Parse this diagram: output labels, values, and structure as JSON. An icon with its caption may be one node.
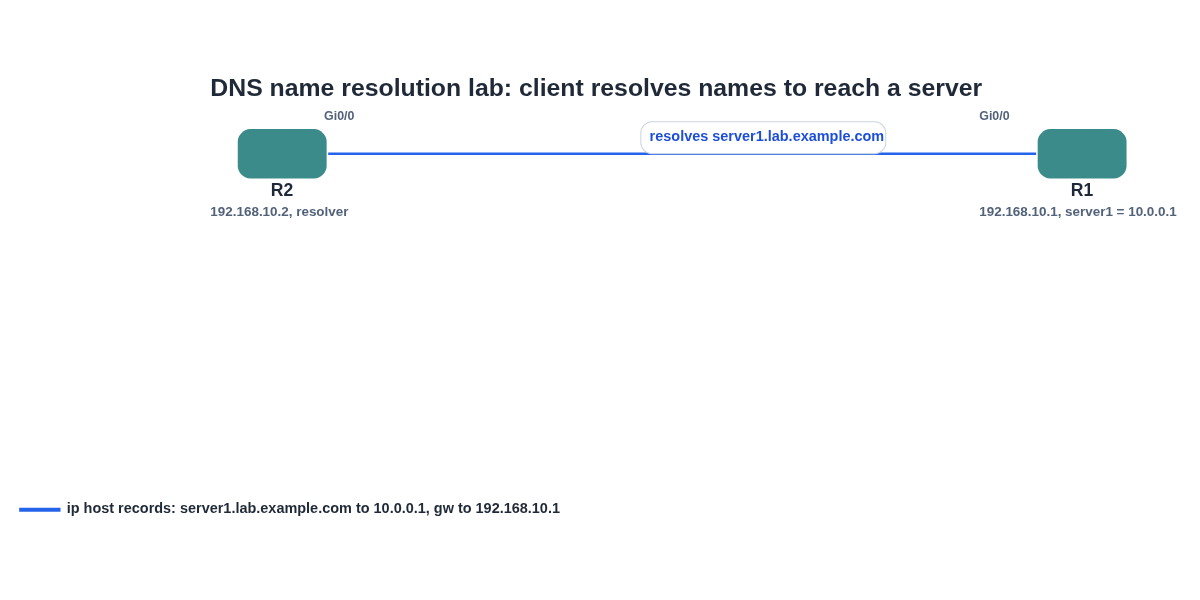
{
  "diagram": {
    "title": "DNS name resolution lab: client resolves names to reach a server",
    "nodes": [
      {
        "text": [
          "R2"
        ],
        "beside": [
          "Gi0/0",
          "192.168.10.2, resolver"
        ]
      },
      {
        "text": [
          "R1"
        ],
        "beside": [
          "Gi0/0",
          "192.168.10.1, server1 = 10.0.0.1"
        ]
      }
    ],
    "edges": [
      {
        "from": 0,
        "to": 1,
        "arrow": "none",
        "label": "resolves server1.lab.example.com"
      }
    ],
    "legend": [
      {
        "text": "ip host records: server1.lab.example.com to 10.0.0.1, gw to 192.168.10.1"
      }
    ]
  }
}
